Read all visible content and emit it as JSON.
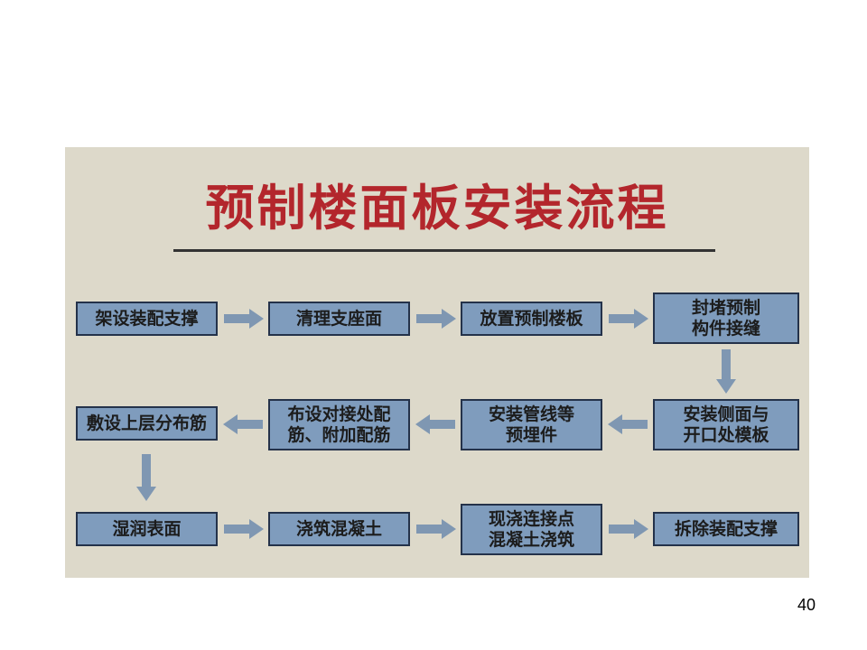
{
  "title": "预制楼面板安装流程",
  "page_number": "40",
  "colors": {
    "title": "#b3262c",
    "box_fill": "#7f9cbd",
    "arrow": "#7f97b2",
    "background": "#ddd9ca"
  },
  "steps": [
    "架设装配支撑",
    "清理支座面",
    "放置预制楼板",
    "封堵预制\n构件接缝",
    "安装侧面与\n开口处模板",
    "安装管线等\n预埋件",
    "布设对接处配\n筋、附加配筋",
    "敷设上层分布筋",
    "湿润表面",
    "浇筑混凝土",
    "现浇连接点\n混凝土浇筑",
    "拆除装配支撑"
  ]
}
